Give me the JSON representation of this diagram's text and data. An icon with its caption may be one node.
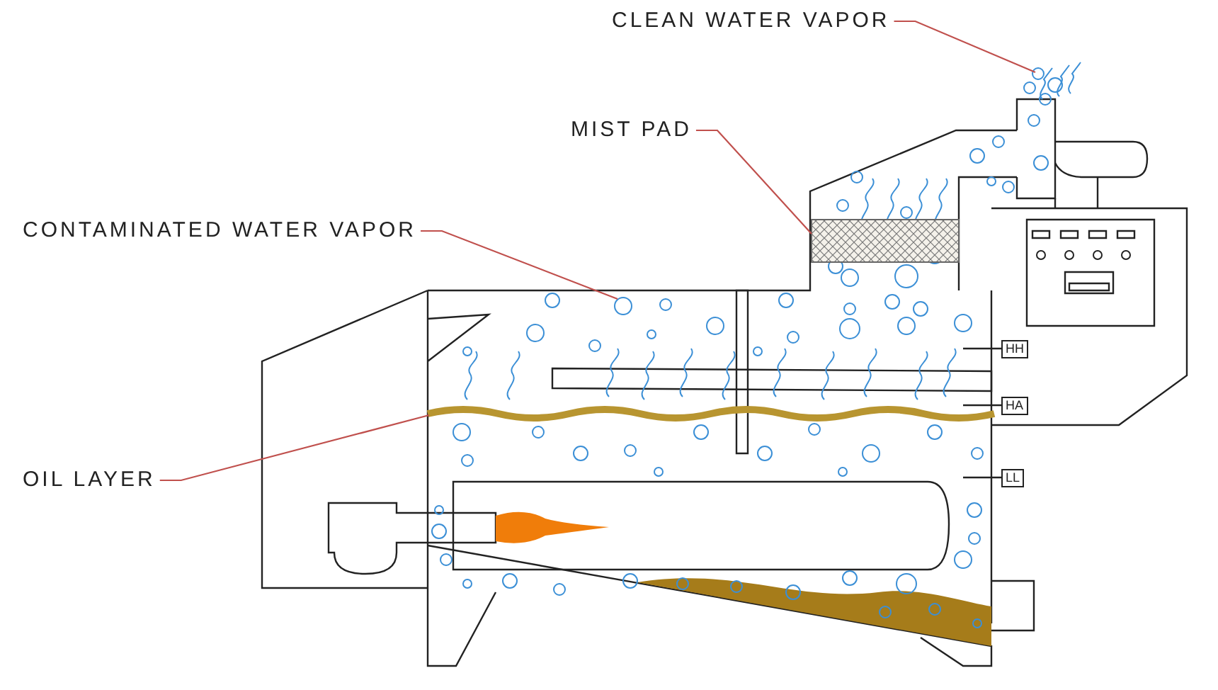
{
  "diagram": {
    "nodes": [
      {
        "text": [
          "CLEAN WATER VAPOR"
        ]
      },
      {
        "text": [],
        "shape": "picture"
      },
      {
        "text": [
          "MIST PAD"
        ]
      },
      {
        "text": [],
        "shape": "box"
      },
      {
        "text": [
          "CONTAMINATED WATER VAPOR"
        ]
      },
      {
        "text": [],
        "shape": "circle"
      },
      {
        "text": [
          "HH"
        ]
      },
      {
        "text": [
          "HA"
        ]
      },
      {
        "text": [
          "OIL LAYER"
        ]
      },
      {
        "text": [],
        "shape": "band"
      },
      {
        "text": [
          "LL"
        ]
      }
    ],
    "edges": [
      {
        "from": 0,
        "to": 1,
        "arrow": "none"
      },
      {
        "from": 2,
        "to": 3,
        "arrow": "none"
      },
      {
        "from": 4,
        "to": 5,
        "arrow": "none"
      },
      {
        "from": 8,
        "to": 9,
        "arrow": "none"
      }
    ]
  }
}
